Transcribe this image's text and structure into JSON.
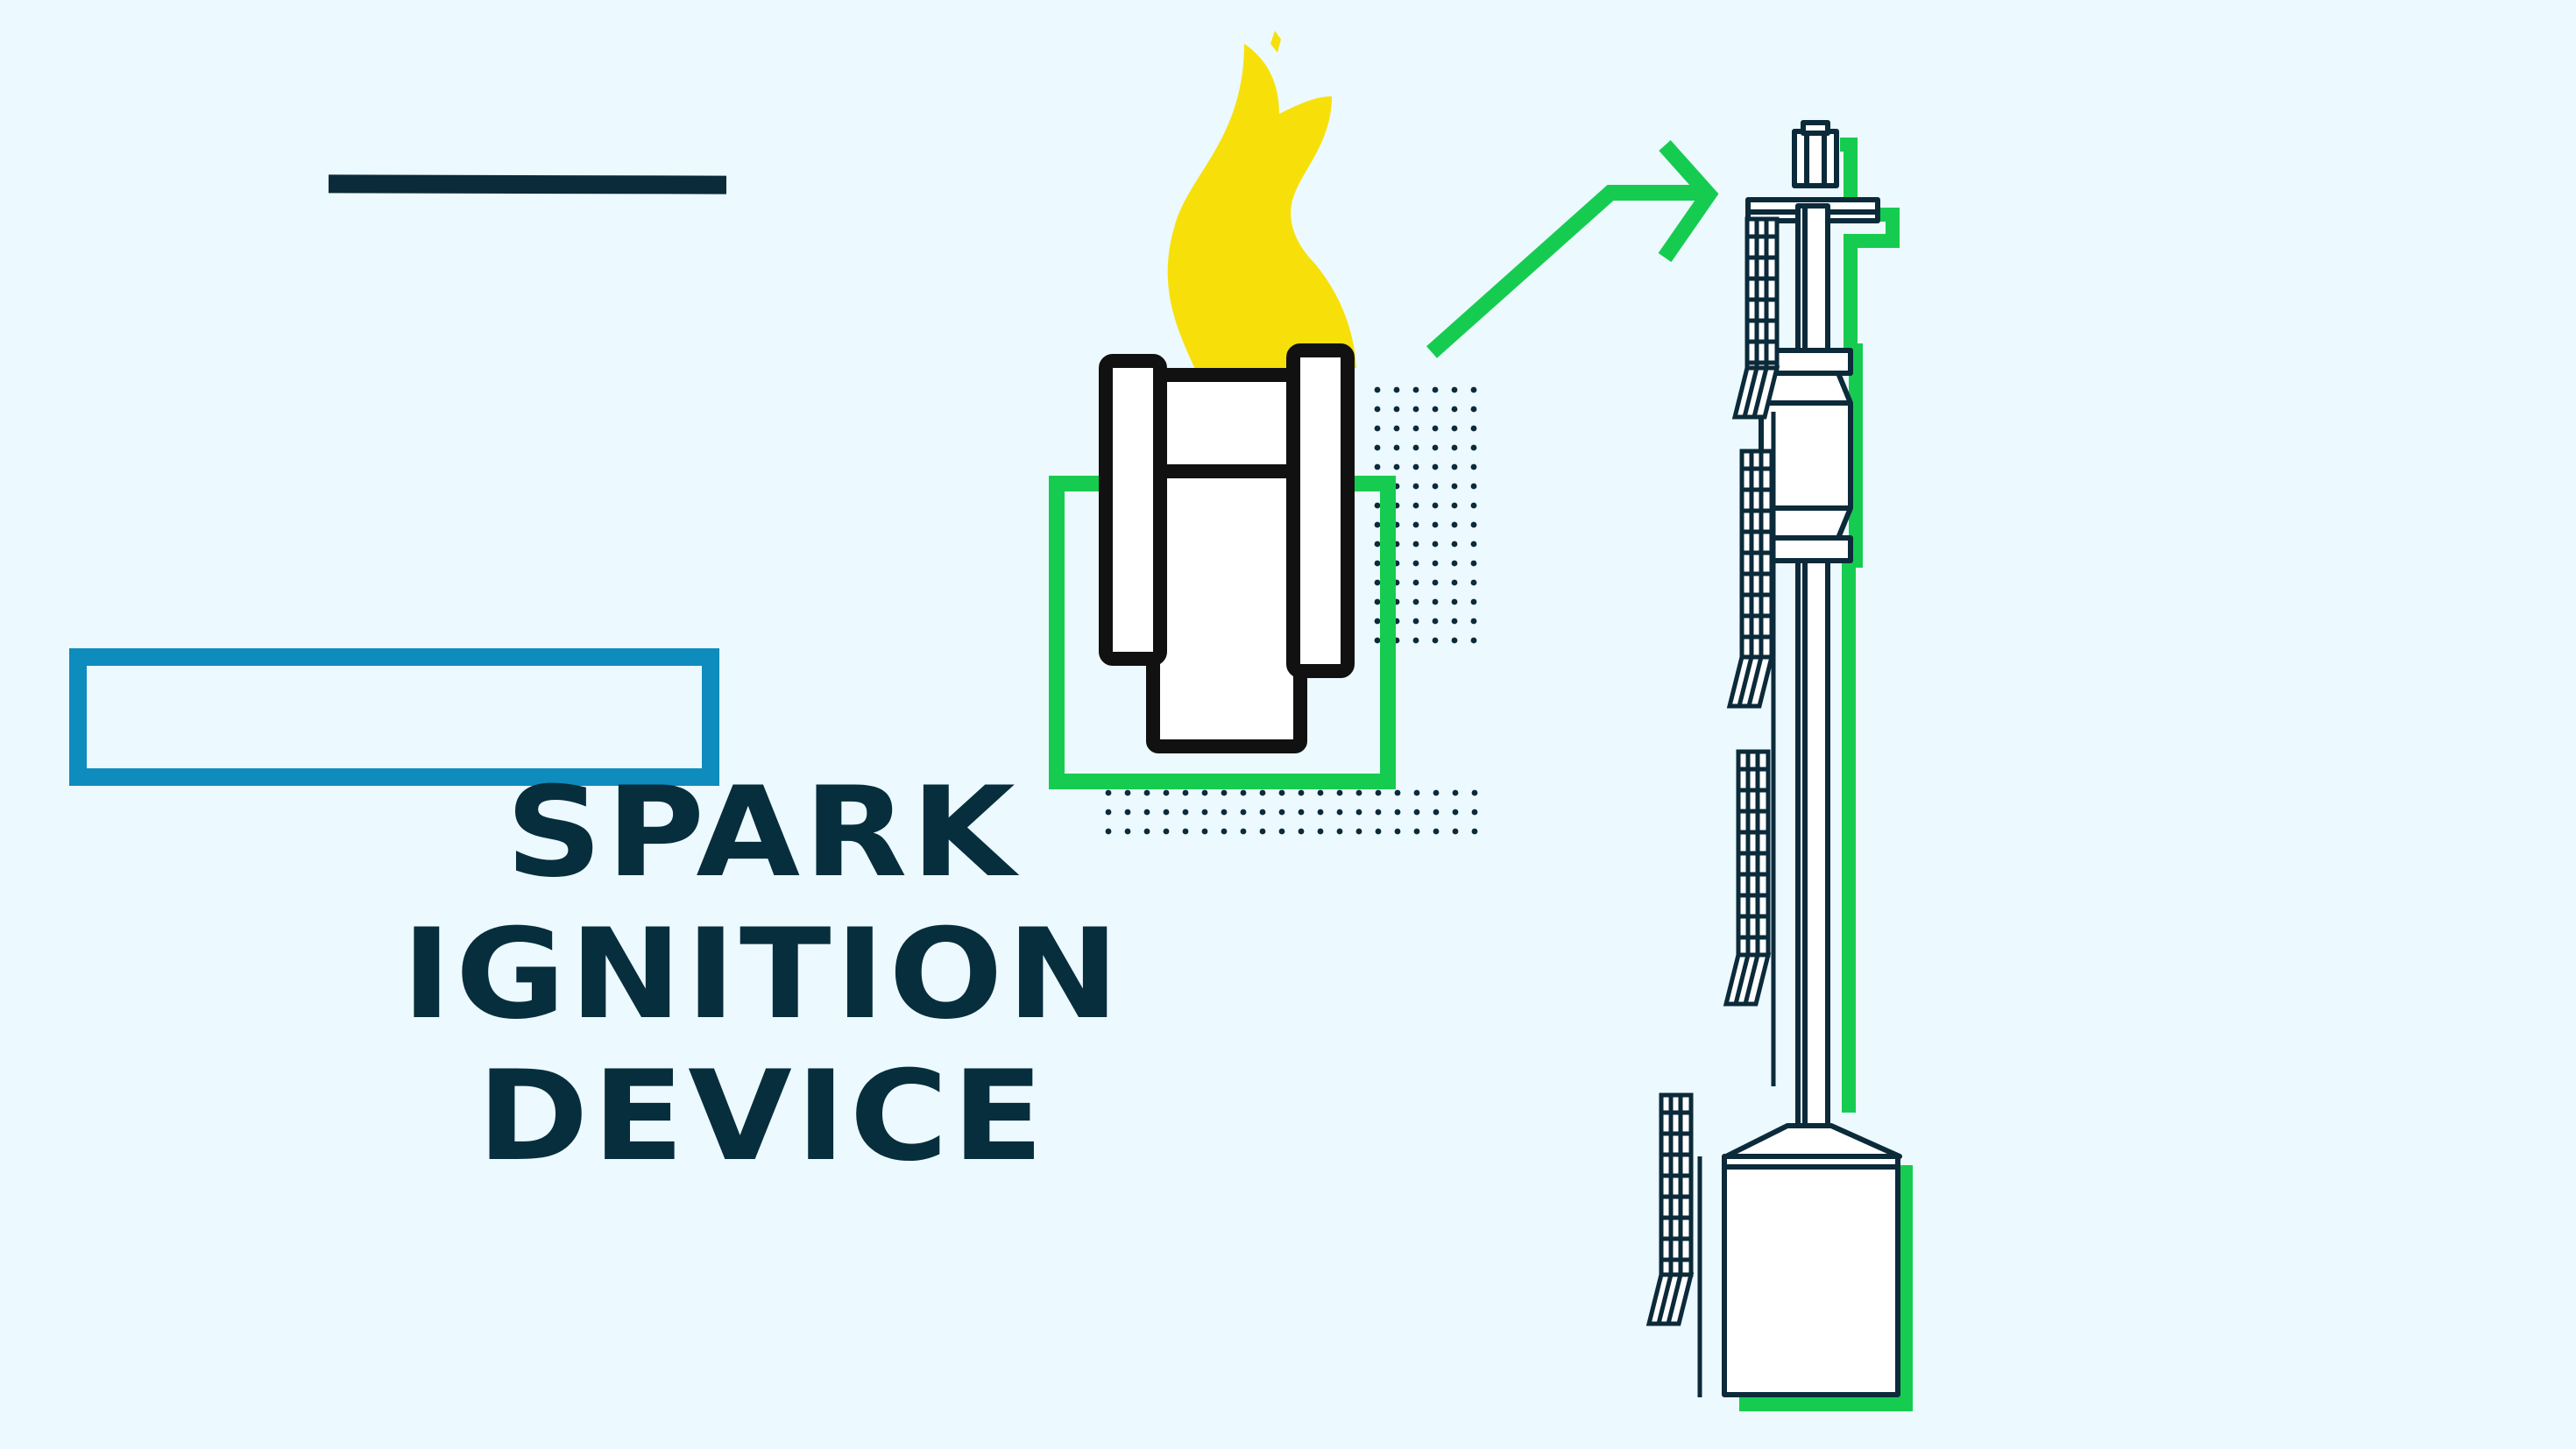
{
  "title": {
    "line1": "SPARK",
    "line2": "IGNITION",
    "line3": "DEVICE"
  },
  "colors": {
    "background": "#ecf9fe",
    "dark": "#072e3d",
    "accent_green": "#16cc50",
    "accent_blue": "#0d8cbd",
    "flame": "#f7e00a"
  },
  "icons": [
    "flame-icon",
    "igniter-icon",
    "arrow-icon",
    "flare-stack-icon"
  ]
}
